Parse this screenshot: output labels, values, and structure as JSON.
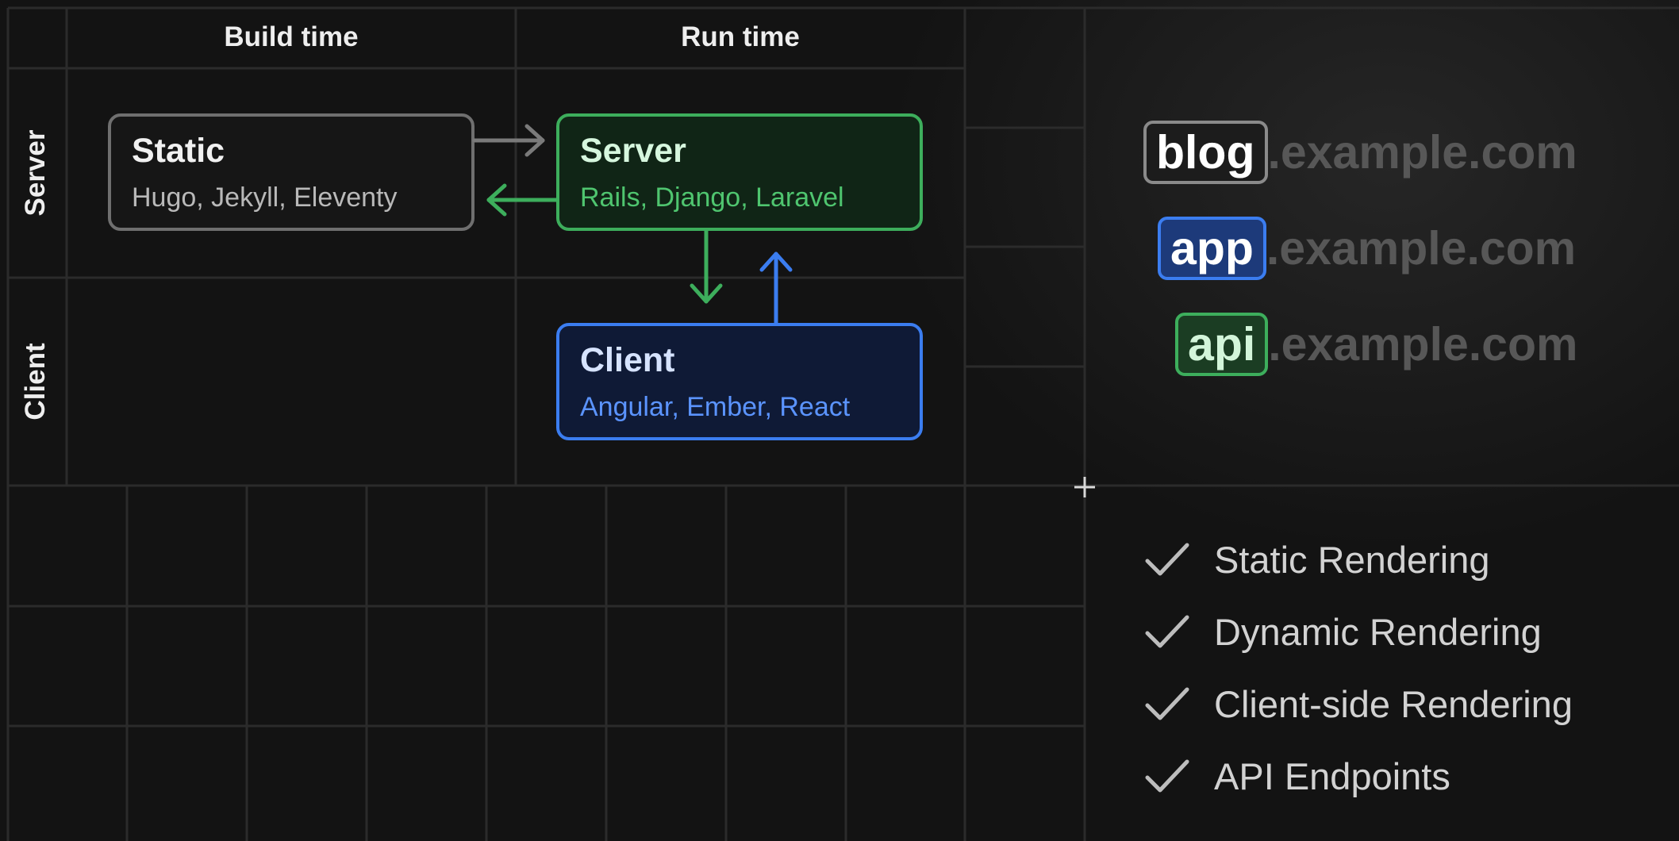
{
  "columns": {
    "build_time": "Build time",
    "run_time": "Run time"
  },
  "rows": {
    "server": "Server",
    "client": "Client"
  },
  "cards": {
    "static": {
      "title": "Static",
      "subtitle": "Hugo, Jekyll, Eleventy"
    },
    "server": {
      "title": "Server",
      "subtitle": "Rails, Django, Laravel"
    },
    "client": {
      "title": "Client",
      "subtitle": "Angular, Ember, React"
    }
  },
  "domains": [
    {
      "subdomain": "blog",
      "suffix": ".example.com"
    },
    {
      "subdomain": "app",
      "suffix": ".example.com"
    },
    {
      "subdomain": "api",
      "suffix": ".example.com"
    }
  ],
  "features": [
    "Static Rendering",
    "Dynamic Rendering",
    "Client-side Rendering",
    "API Endpoints"
  ],
  "colors": {
    "static": "#6f6f6f",
    "server": "#3dae5c",
    "client": "#3b7df0",
    "background": "#131313",
    "grid": "#2b2b2b"
  },
  "icons": [
    "arrow-right-icon",
    "arrow-left-icon",
    "arrow-down-icon",
    "arrow-up-icon",
    "crosshair-icon",
    "check-icon"
  ]
}
